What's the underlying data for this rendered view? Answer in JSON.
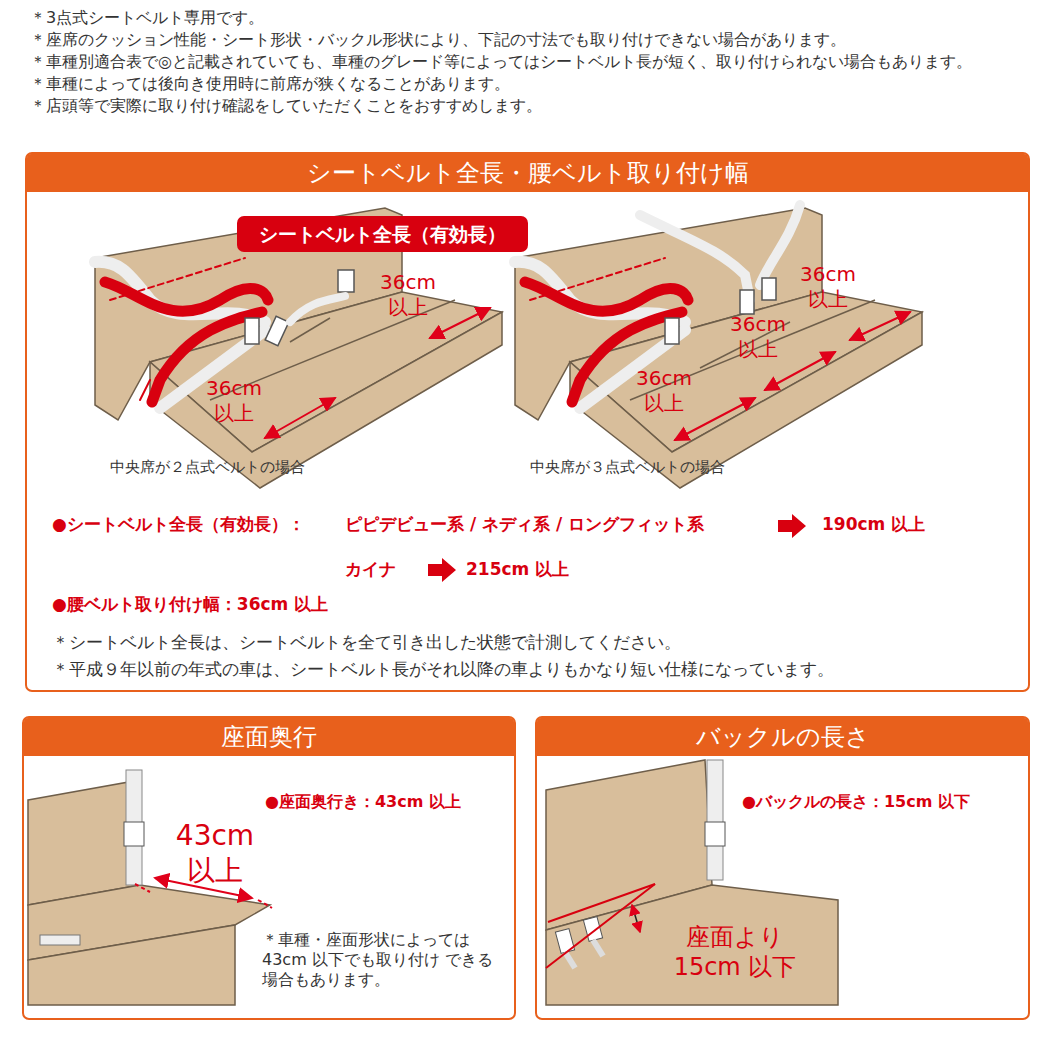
{
  "diagram": {
    "nodes": [
      {
        "text": [
          "シートベルト全長・腰ベルト取り付け幅"
        ]
      },
      {
        "text": [
          "シートベルト全長（有効長）"
        ],
        "in": 0
      },
      {
        "text": [
          "座面奥行"
        ]
      },
      {
        "text": [
          "バックルの長さ"
        ]
      }
    ],
    "labels": [
      "＊3点式シートベルト専用です。",
      "＊座席のクッション性能・シート形状・バックル形状により、下記の寸法でも取り付けできない場合があります。",
      "＊車種別適合表で◎と記載されていても、車種のグレード等によってはシートベルト長が短く、取り付けられない場合もあります。",
      "＊車種によっては後向き使用時に前席が狭くなることがあります。",
      "＊店頭等で実際に取り付け確認をしていただくことをおすすめします。",
      "36cm 以上",
      "36cm 以上",
      "36cm 以上",
      "36cm 以上",
      "36cm 以上",
      "中央席が２点式ベルトの場合",
      "中央席が３点式ベルトの場合",
      "●シートベルト全長（有効長）：",
      "ピピデビュー系 / ネディ系 / ロングフィット系",
      "190cm 以上",
      "カイナ",
      "215cm 以上",
      "●腰ベルト取り付け幅：36cm 以上",
      "＊シートベルト全長は、シートベルトを全て引き出した状態で計測してください。",
      "＊平成９年以前の年式の車は、シートベルト長がそれ以降の車よりもかなり短い仕様になっています。",
      "●座面奥行き：43cm 以上",
      "43cm 以上",
      "＊車種・座面形状によっては 43cm 以下でも取り付け できる場合もあります。",
      "●バックルの長さ：15cm 以下",
      "座面より 15cm 以下"
    ]
  }
}
